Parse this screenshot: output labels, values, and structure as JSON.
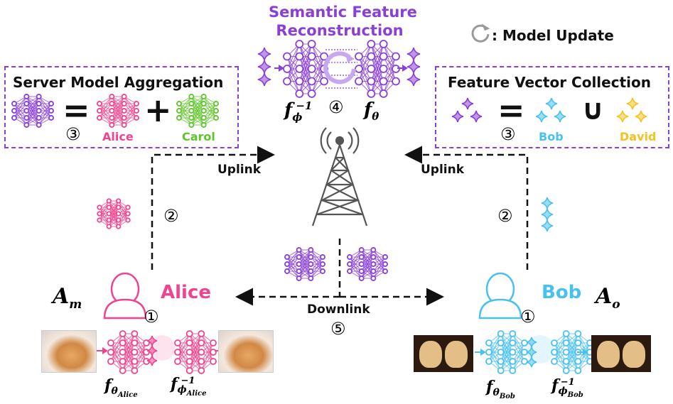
{
  "colors": {
    "purple": "#8a3fd6",
    "pink": "#f0448f",
    "green": "#5fc52a",
    "cyan": "#49c1ef",
    "yellow": "#f3c21f",
    "gray": "#555555"
  },
  "top": {
    "title_line1": "Semantic Feature",
    "title_line2": "Reconstruction",
    "step": "④",
    "f_phi_inv": "f",
    "f_phi_inv_sub": "ϕ",
    "f_phi_inv_sup": "−1",
    "f_theta": "f",
    "f_theta_sub": "θ"
  },
  "legend": {
    "icon": "refresh-icon",
    "label": ": Model Update"
  },
  "server_box": {
    "title": "Server Model Aggregation",
    "equals": "=",
    "plus": "+",
    "step": "③",
    "alice_label": "Alice",
    "carol_label": "Carol"
  },
  "feature_box": {
    "title": "Feature Vector Collection",
    "equals": "=",
    "union": "∪",
    "step": "③",
    "bob_label": "Bob",
    "david_label": "David"
  },
  "links": {
    "uplink_left": "Uplink",
    "uplink_right": "Uplink",
    "downlink": "Downlink",
    "step_downlink": "⑤",
    "step_uplink_left": "②",
    "step_uplink_right": "②"
  },
  "alice": {
    "name": "Alice",
    "agent_symbol": "A",
    "agent_sub": "m",
    "step": "①",
    "f_label": "f",
    "f_sub": "θ",
    "f_subsub": "Alice",
    "g_label": "f",
    "g_sub": "ϕ",
    "g_sup": "−1",
    "g_subsub": "Alice"
  },
  "bob": {
    "name": "Bob",
    "agent_symbol": "A",
    "agent_sub": "o",
    "step": "①",
    "f_label": "f",
    "f_sub": "θ",
    "f_subsub": "Bob",
    "g_label": "f",
    "g_sub": "ϕ",
    "g_sup": "−1",
    "g_subsub": "Bob"
  }
}
